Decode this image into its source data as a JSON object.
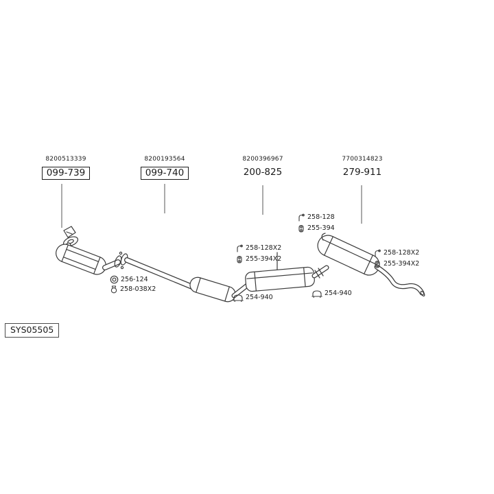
{
  "page": {
    "background": "#ffffff",
    "line_color": "#3a3a3a",
    "text_color": "#1a1a1a"
  },
  "groups": [
    {
      "oem_number": "8200513339",
      "part_number": "099-739",
      "boxed": true
    },
    {
      "oem_number": "8200193564",
      "part_number": "099-740",
      "boxed": true
    },
    {
      "oem_number": "8200396967",
      "part_number": "200-825",
      "boxed": false
    },
    {
      "oem_number": "7700314823",
      "part_number": "279-911",
      "boxed": false
    }
  ],
  "callouts": [
    {
      "part": "256-124",
      "icon": "gasket-icon"
    },
    {
      "part": "258-038X2",
      "icon": "clamp-icon"
    },
    {
      "part": "258-128X2",
      "icon": "hanger-icon"
    },
    {
      "part": "255-394X2",
      "icon": "rubber-mount-icon"
    },
    {
      "part": "254-940",
      "icon": "saddle-clamp-icon"
    },
    {
      "part": "258-128",
      "icon": "hanger-icon"
    },
    {
      "part": "255-394",
      "icon": "rubber-mount-icon"
    },
    {
      "part": "254-940",
      "icon": "saddle-clamp-icon"
    },
    {
      "part": "258-128X2",
      "icon": "hanger-icon"
    },
    {
      "part": "255-394X2",
      "icon": "rubber-mount-icon"
    }
  ],
  "system_code": "SYS05505"
}
